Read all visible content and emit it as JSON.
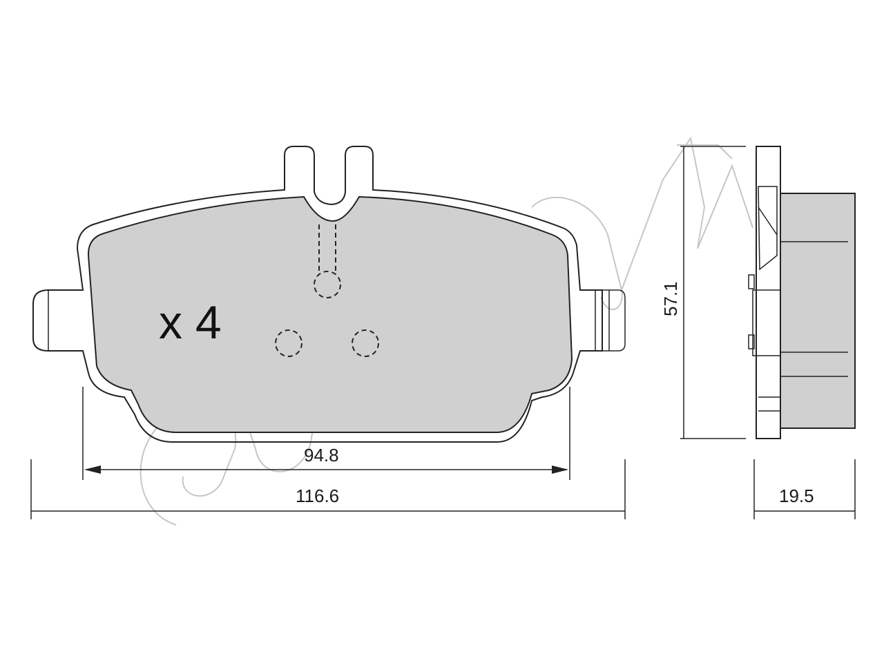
{
  "drawing": {
    "quantity_label": "x 4",
    "dimensions": {
      "inner_width": "94.8",
      "overall_width": "116.6",
      "height": "57.1",
      "thickness": "19.5"
    },
    "colors": {
      "friction_fill": "#d0d0d0",
      "line": "#222222",
      "watermark": "#c8c8c8"
    }
  },
  "watermark": {
    "brand": "cifam"
  }
}
